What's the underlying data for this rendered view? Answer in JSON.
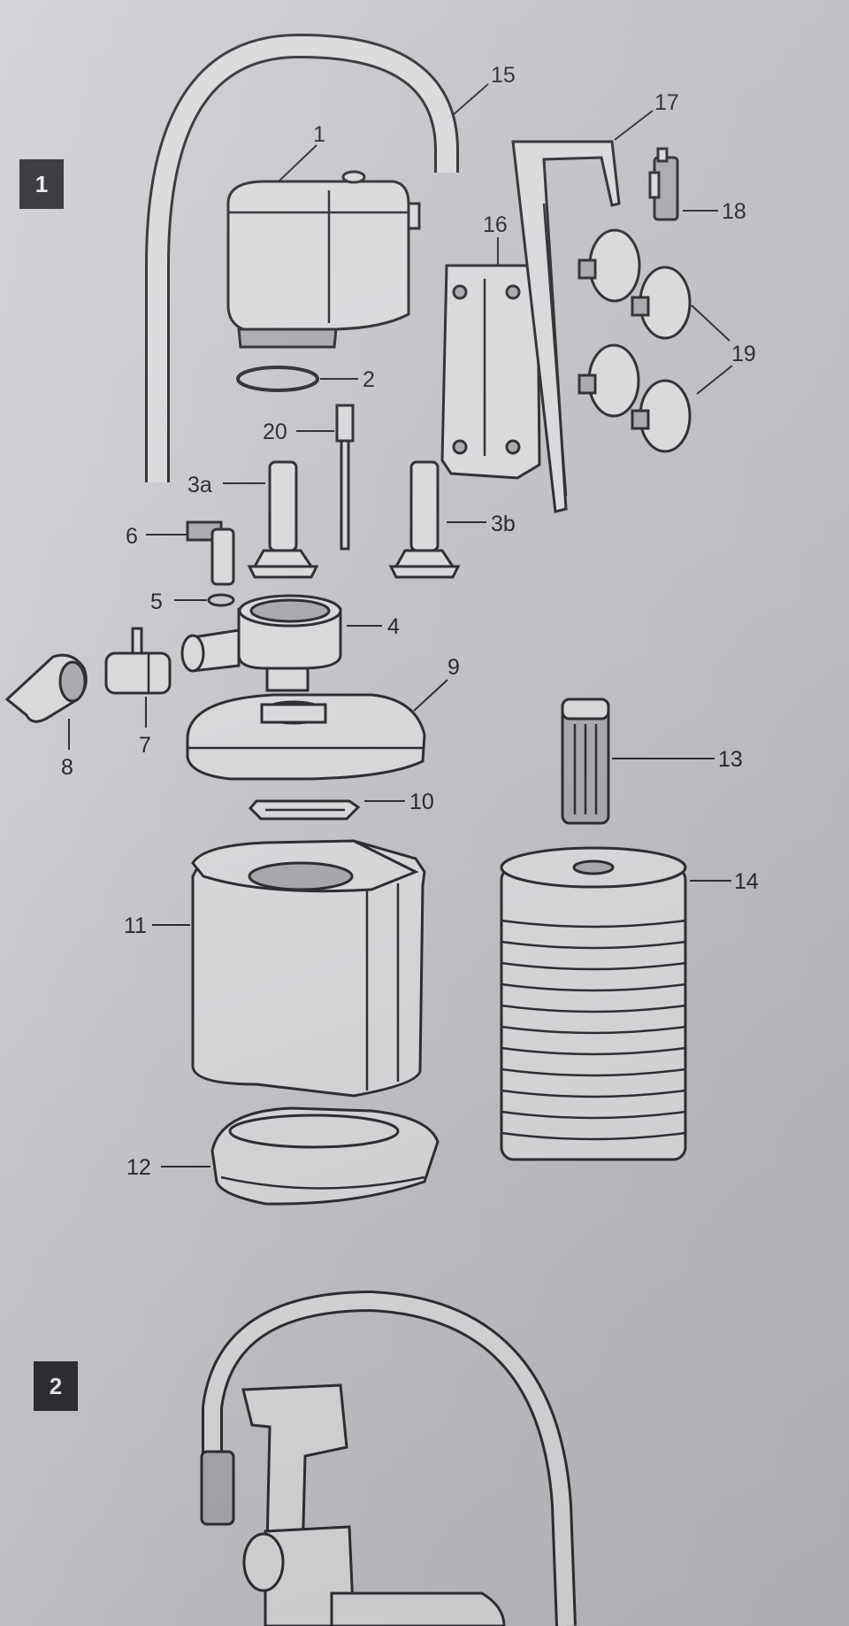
{
  "sections": [
    {
      "number": "1"
    },
    {
      "number": "2"
    }
  ],
  "part_labels": [
    "1",
    "2",
    "3a",
    "3b",
    "4",
    "5",
    "6",
    "7",
    "8",
    "9",
    "10",
    "11",
    "12",
    "13",
    "14",
    "15",
    "16",
    "17",
    "18",
    "19",
    "20"
  ],
  "colors": {
    "ink": "#2f2f33",
    "paper": "#c6c7cc",
    "badge": "#2f2e33"
  }
}
